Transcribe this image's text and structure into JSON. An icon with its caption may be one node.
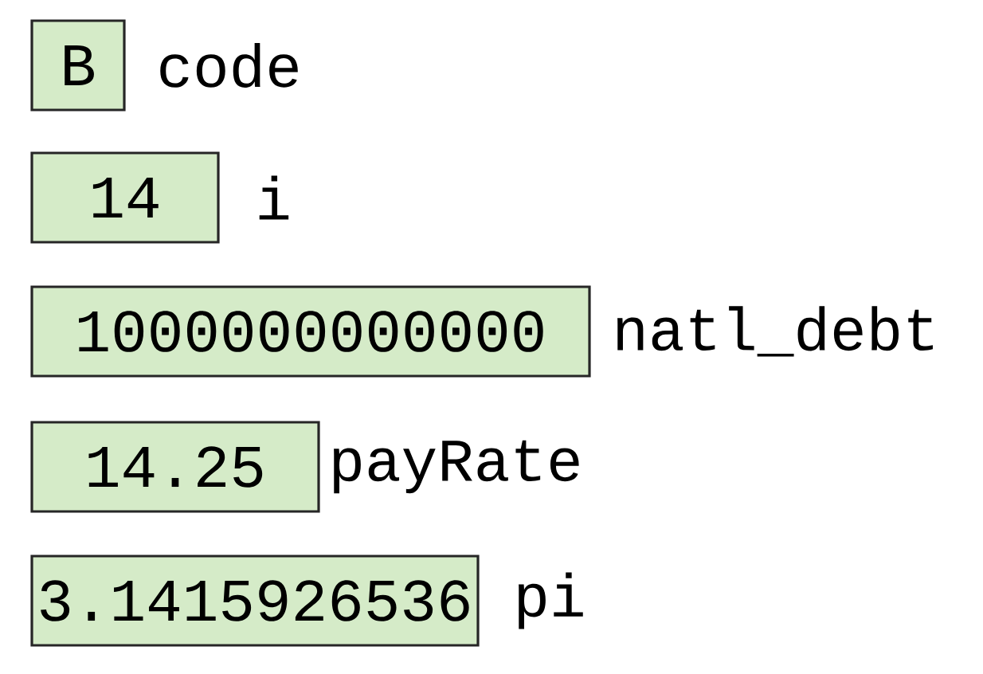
{
  "diagram": {
    "nodes": [
      {
        "text": [
          "B"
        ],
        "beside": [
          "code"
        ]
      },
      {
        "text": [
          "14"
        ],
        "beside": [
          "i"
        ]
      },
      {
        "text": [
          "1000000000000"
        ],
        "beside": [
          "natl_debt"
        ]
      },
      {
        "text": [
          "14.25"
        ],
        "beside": [
          "payRate"
        ]
      },
      {
        "text": [
          "3.1415926536"
        ],
        "beside": [
          "pi"
        ]
      }
    ]
  }
}
